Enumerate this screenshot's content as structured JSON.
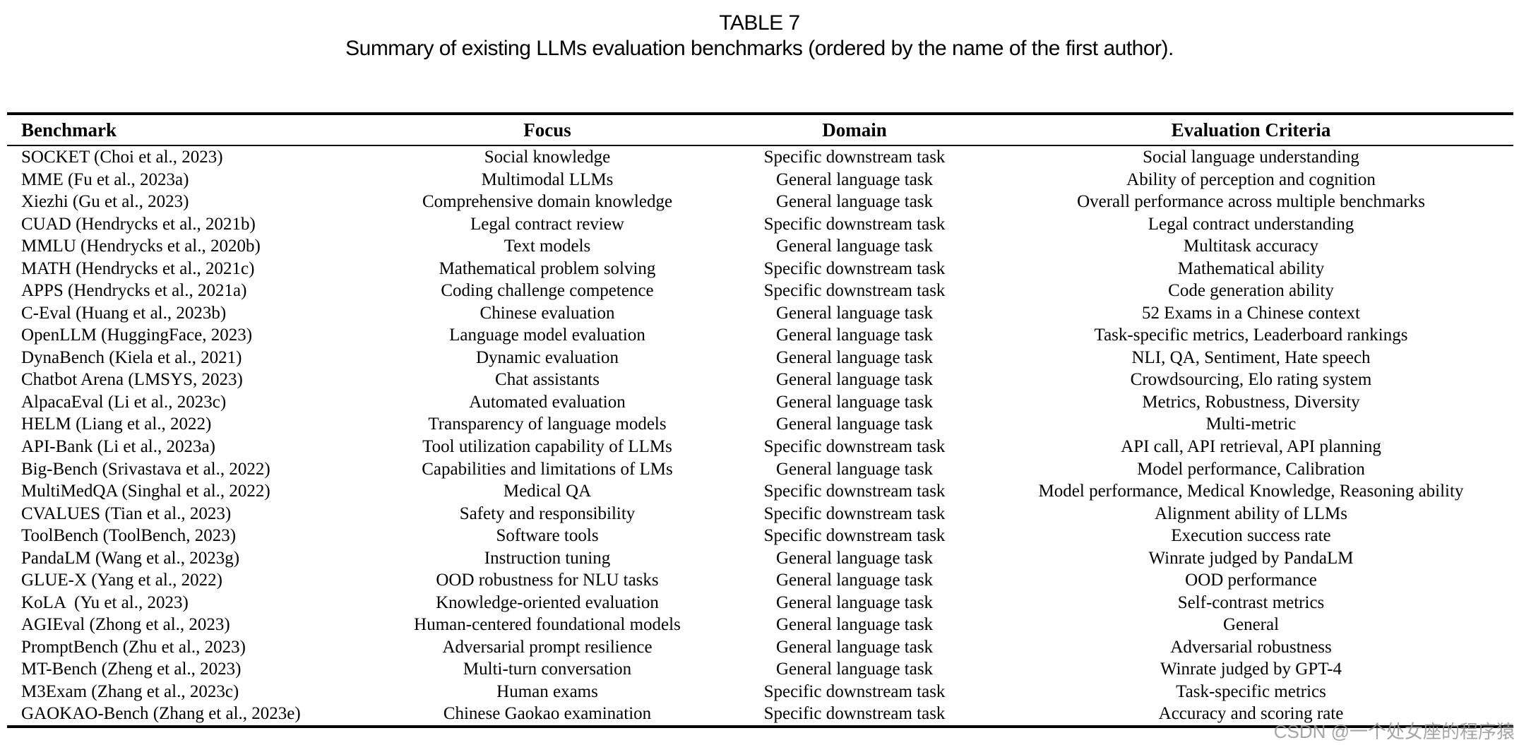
{
  "page": {
    "title": "TABLE 7",
    "subtitle": "Summary of existing LLMs evaluation benchmarks (ordered by the name of the first author).",
    "watermark": "CSDN @一个处女座的程序猿"
  },
  "table": {
    "headers": [
      "Benchmark",
      "Focus",
      "Domain",
      "Evaluation Criteria"
    ],
    "rows": [
      [
        "SOCKET (Choi et al., 2023)",
        "Social knowledge",
        "Specific downstream task",
        "Social language understanding"
      ],
      [
        "MME (Fu et al., 2023a)",
        "Multimodal LLMs",
        "General language task",
        "Ability of perception and cognition"
      ],
      [
        "Xiezhi (Gu et al., 2023)",
        "Comprehensive domain knowledge",
        "General language task",
        "Overall performance across multiple benchmarks"
      ],
      [
        "CUAD (Hendrycks et al., 2021b)",
        "Legal contract review",
        "Specific downstream task",
        "Legal contract understanding"
      ],
      [
        "MMLU (Hendrycks et al., 2020b)",
        "Text models",
        "General language task",
        "Multitask accuracy"
      ],
      [
        "MATH (Hendrycks et al., 2021c)",
        "Mathematical problem solving",
        "Specific downstream task",
        "Mathematical ability"
      ],
      [
        "APPS (Hendrycks et al., 2021a)",
        "Coding challenge competence",
        "Specific downstream task",
        "Code generation ability"
      ],
      [
        "C-Eval (Huang et al., 2023b)",
        "Chinese evaluation",
        "General language task",
        "52 Exams in a Chinese context"
      ],
      [
        "OpenLLM (HuggingFace, 2023)",
        "Language model evaluation",
        "General language task",
        "Task-specific metrics, Leaderboard rankings"
      ],
      [
        "DynaBench (Kiela et al., 2021)",
        "Dynamic evaluation",
        "General language task",
        "NLI, QA, Sentiment, Hate speech"
      ],
      [
        "Chatbot Arena (LMSYS, 2023)",
        "Chat assistants",
        "General language task",
        "Crowdsourcing, Elo rating system"
      ],
      [
        "AlpacaEval (Li et al., 2023c)",
        "Automated evaluation",
        "General language task",
        "Metrics, Robustness, Diversity"
      ],
      [
        "HELM (Liang et al., 2022)",
        "Transparency of language models",
        "General language task",
        "Multi-metric"
      ],
      [
        "API-Bank (Li et al., 2023a)",
        "Tool utilization capability of LLMs",
        "Specific downstream task",
        "API call, API retrieval, API planning"
      ],
      [
        "Big-Bench (Srivastava et al., 2022)",
        "Capabilities and limitations of LMs",
        "General language task",
        "Model performance, Calibration"
      ],
      [
        "MultiMedQA (Singhal et al., 2022)",
        "Medical QA",
        "Specific downstream task",
        "Model performance, Medical Knowledge, Reasoning ability"
      ],
      [
        "CVALUES (Tian et al., 2023)",
        "Safety and responsibility",
        "Specific downstream task",
        "Alignment ability of LLMs"
      ],
      [
        "ToolBench (ToolBench, 2023)",
        "Software tools",
        "Specific downstream task",
        "Execution success rate"
      ],
      [
        "PandaLM (Wang et al., 2023g)",
        "Instruction tuning",
        "General language task",
        "Winrate judged by PandaLM"
      ],
      [
        "GLUE-X (Yang et al., 2022)",
        "OOD robustness for NLU tasks",
        "General language task",
        "OOD performance"
      ],
      [
        "KoLA  (Yu et al., 2023)",
        "Knowledge-oriented evaluation",
        "General language task",
        "Self-contrast metrics"
      ],
      [
        "AGIEval (Zhong et al., 2023)",
        "Human-centered foundational models",
        "General language task",
        "General"
      ],
      [
        "PromptBench (Zhu et al., 2023)",
        "Adversarial prompt resilience",
        "General language task",
        "Adversarial robustness"
      ],
      [
        "MT-Bench (Zheng et al., 2023)",
        "Multi-turn conversation",
        "General language task",
        "Winrate judged by GPT-4"
      ],
      [
        "M3Exam (Zhang et al., 2023c)",
        "Human exams",
        "Specific downstream task",
        "Task-specific metrics"
      ],
      [
        "GAOKAO-Bench (Zhang et al., 2023e)",
        "Chinese Gaokao examination",
        "Specific downstream task",
        "Accuracy and scoring rate"
      ]
    ]
  }
}
